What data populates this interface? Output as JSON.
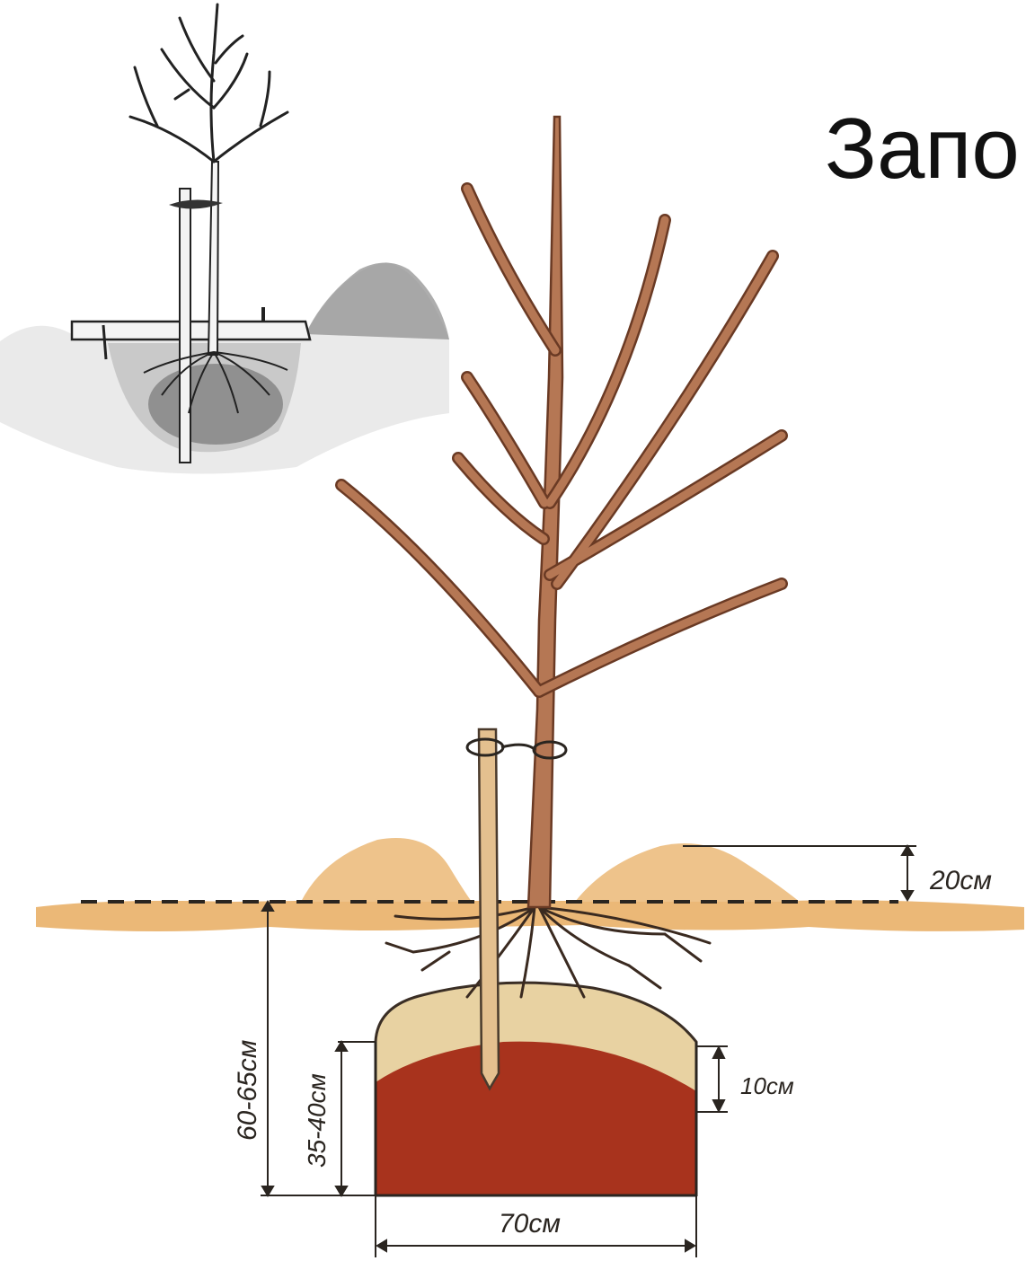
{
  "title": "Запо",
  "dimensions": {
    "mound_height": "20см",
    "pit_depth": "60-65см",
    "fertile_layer": "35-40см",
    "top_layer": "10см",
    "pit_width": "70см"
  },
  "colors": {
    "soil_line": "#e9b774",
    "mound": "#eec48a",
    "sand_layer": "#ead2a2",
    "fertile_soil": "#a8341e",
    "trunk": "#b87a55",
    "bark_outline": "#6a3a24",
    "stake": "#e2c08f",
    "ink": "#222222"
  }
}
